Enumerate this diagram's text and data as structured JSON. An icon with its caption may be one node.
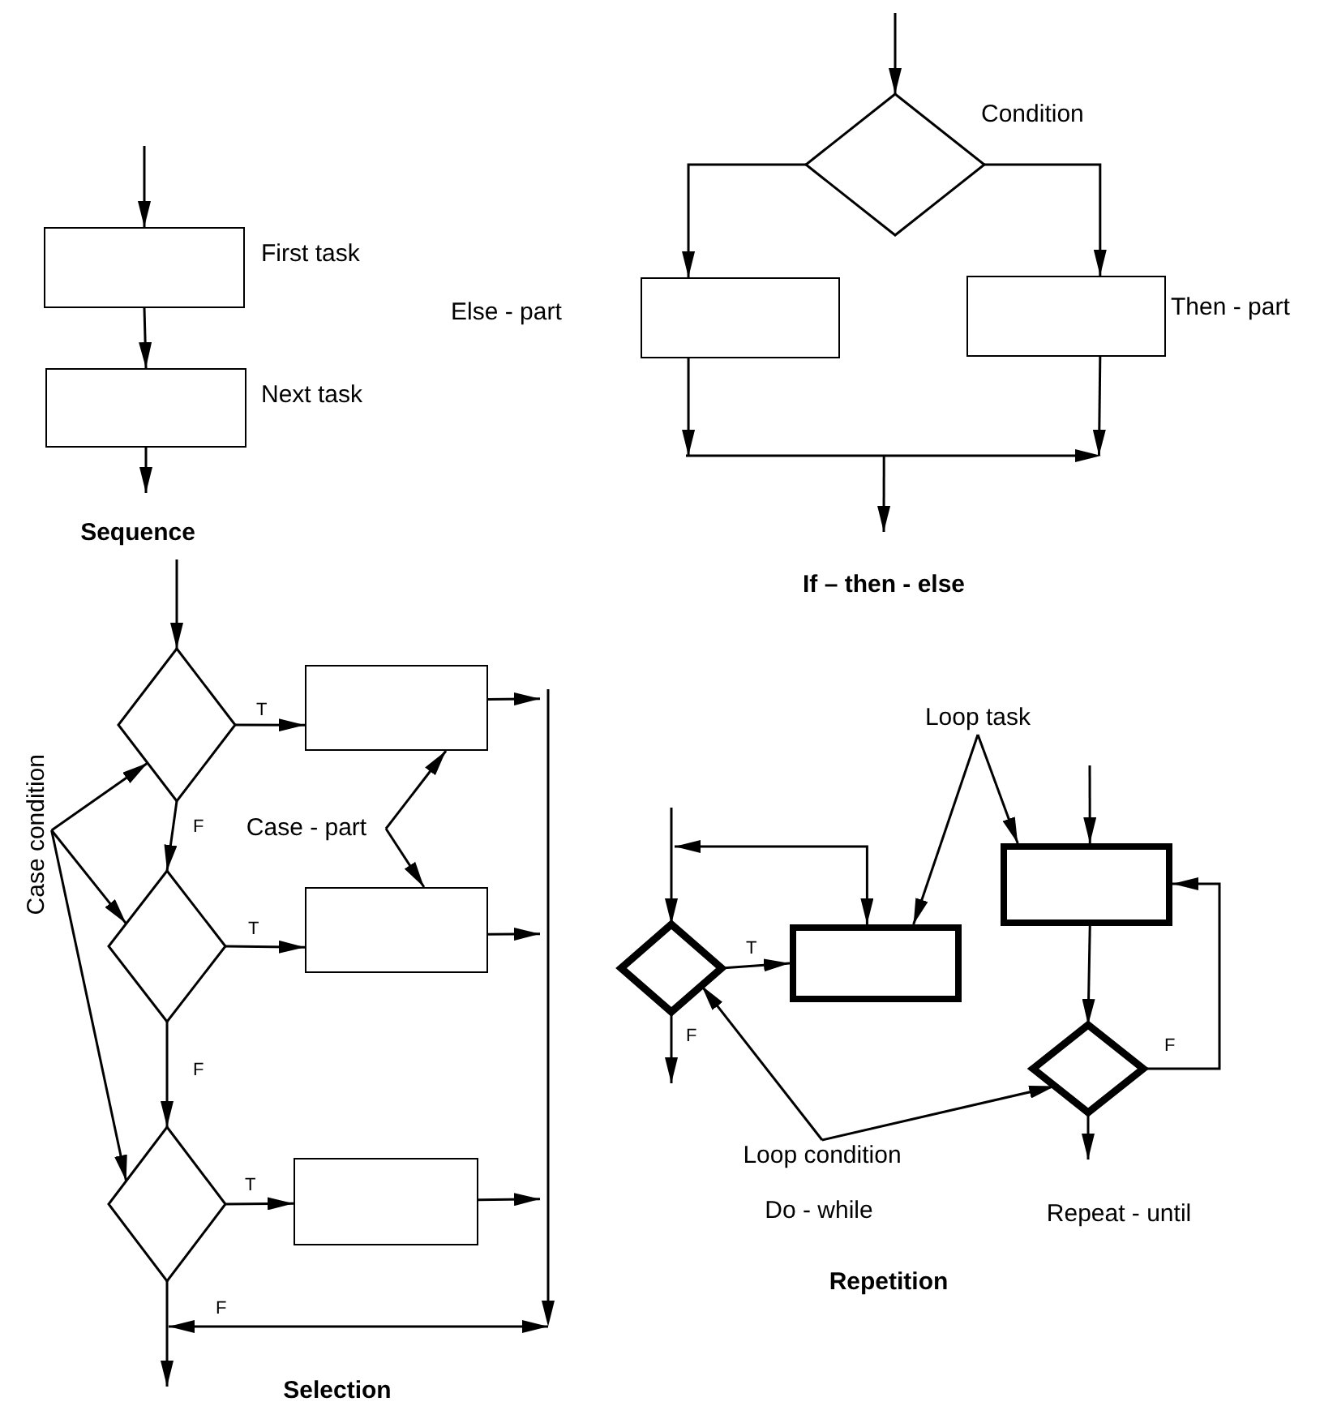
{
  "diagram": {
    "nodes": [
      {
        "text": [],
        "shape": "box",
        "beside": [
          "First task"
        ]
      },
      {
        "text": [],
        "shape": "box",
        "beside": [
          "Next task"
        ]
      },
      {
        "text": [],
        "shape": "diamond",
        "beside": [
          "Condition"
        ]
      },
      {
        "text": [],
        "shape": "box",
        "beside": [
          "Else - part"
        ]
      },
      {
        "text": [],
        "shape": "box",
        "beside": [
          "Then - part"
        ]
      },
      {
        "text": [],
        "shape": "bar"
      },
      {
        "text": [
          "Case condition"
        ]
      },
      {
        "text": [],
        "shape": "diamond"
      },
      {
        "text": [],
        "shape": "box"
      },
      {
        "text": [
          "Case - part"
        ]
      },
      {
        "text": [],
        "shape": "diamond"
      },
      {
        "text": [],
        "shape": "box"
      },
      {
        "text": [],
        "shape": "diamond"
      },
      {
        "text": [],
        "shape": "box"
      },
      {
        "text": [],
        "shape": "bar"
      },
      {
        "text": [
          "Loop task"
        ]
      },
      {
        "text": [],
        "shape": "diamond"
      },
      {
        "text": [],
        "shape": "box"
      },
      {
        "text": [],
        "shape": "box"
      },
      {
        "text": [],
        "shape": "diamond"
      },
      {
        "text": [
          "Loop condition"
        ]
      }
    ],
    "edges": [
      {
        "from": null,
        "to": 0,
        "arrow": "to"
      },
      {
        "from": 0,
        "to": 1,
        "arrow": "to"
      },
      {
        "from": 1,
        "to": null,
        "arrow": "to"
      },
      {
        "from": null,
        "to": 2,
        "arrow": "to"
      },
      {
        "from": 2,
        "to": 3,
        "arrow": "to"
      },
      {
        "from": 2,
        "to": 4,
        "arrow": "to"
      },
      {
        "from": 3,
        "to": 5,
        "arrow": "to"
      },
      {
        "from": 4,
        "to": 5,
        "arrow": "to"
      },
      {
        "from": 5,
        "to": null,
        "arrow": "to"
      },
      {
        "from": null,
        "to": 7,
        "arrow": "to"
      },
      {
        "from": 6,
        "to": 7,
        "arrow": "to"
      },
      {
        "from": 6,
        "to": 10,
        "arrow": "to"
      },
      {
        "from": 6,
        "to": 12,
        "arrow": "to"
      },
      {
        "from": 7,
        "to": 8,
        "arrow": "to",
        "label": "T"
      },
      {
        "from": 7,
        "to": 10,
        "arrow": "to",
        "label": "F"
      },
      {
        "from": 9,
        "to": 8,
        "arrow": "to"
      },
      {
        "from": 9,
        "to": 11,
        "arrow": "to"
      },
      {
        "from": 10,
        "to": 11,
        "arrow": "to",
        "label": "T"
      },
      {
        "from": 10,
        "to": 12,
        "arrow": "to",
        "label": "F"
      },
      {
        "from": 12,
        "to": 13,
        "arrow": "to",
        "label": "T"
      },
      {
        "from": 8,
        "to": 14,
        "arrow": "to"
      },
      {
        "from": 11,
        "to": 14,
        "arrow": "to"
      },
      {
        "from": 13,
        "to": 14,
        "arrow": "to"
      },
      {
        "from": 14,
        "to": null,
        "arrow": "both",
        "label": "F"
      },
      {
        "from": 12,
        "to": null,
        "arrow": "to"
      },
      {
        "from": null,
        "to": 16,
        "arrow": "to"
      },
      {
        "from": null,
        "to": 17,
        "arrow": "both"
      },
      {
        "from": 16,
        "to": 17,
        "arrow": "to",
        "label": "T"
      },
      {
        "from": 16,
        "to": null,
        "arrow": "to",
        "label": "F"
      },
      {
        "from": 15,
        "to": 17,
        "arrow": "to"
      },
      {
        "from": 15,
        "to": 18,
        "arrow": "to"
      },
      {
        "from": null,
        "to": 18,
        "arrow": "to"
      },
      {
        "from": 18,
        "to": 19,
        "arrow": "to"
      },
      {
        "from": 19,
        "to": 18,
        "arrow": "to",
        "label": "F"
      },
      {
        "from": 19,
        "to": null,
        "arrow": "to"
      },
      {
        "from": 20,
        "to": 16,
        "arrow": "to"
      },
      {
        "from": 20,
        "to": 19,
        "arrow": "to"
      }
    ],
    "labels": [
      "Sequence",
      "If – then - else",
      "Do - while",
      "Repeat - until",
      "Repetition",
      "Selection"
    ]
  }
}
